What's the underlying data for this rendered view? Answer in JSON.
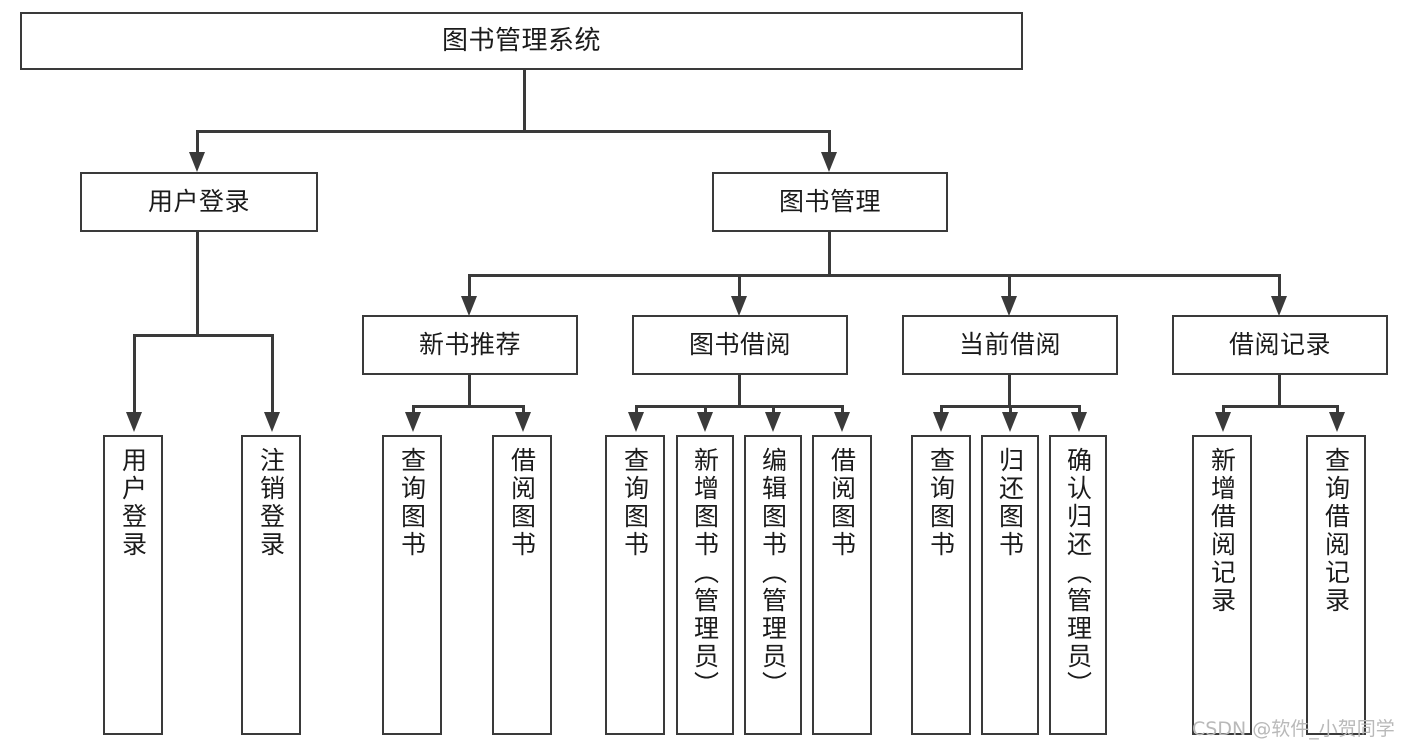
{
  "diagram": {
    "title": "图书管理系统",
    "watermark": "CSDN @软件_小贺同学",
    "colors": {
      "box_border": "#3a3a3a",
      "box_fill": "#ffffff",
      "connector": "#3a3a3a",
      "text": "#1b1b1b",
      "watermark": "#b9b9b9",
      "background": "#ffffff"
    },
    "nodes": {
      "root": "图书管理系统",
      "level2": [
        "用户登录",
        "图书管理"
      ],
      "level3": [
        "新书推荐",
        "图书借阅",
        "当前借阅",
        "借阅记录"
      ],
      "leaves": {
        "user_login": [
          "用户登录",
          "注销登录"
        ],
        "new_book_recommend": [
          "查询图书",
          "借阅图书"
        ],
        "book_borrow": [
          "查询图书",
          "新增图书（管理员）",
          "编辑图书（管理员）",
          "借阅图书"
        ],
        "current_borrow": [
          "查询图书",
          "归还图书",
          "确认归还（管理员）"
        ],
        "borrow_record": [
          "新增借阅记录",
          "查询借阅记录"
        ]
      }
    }
  }
}
